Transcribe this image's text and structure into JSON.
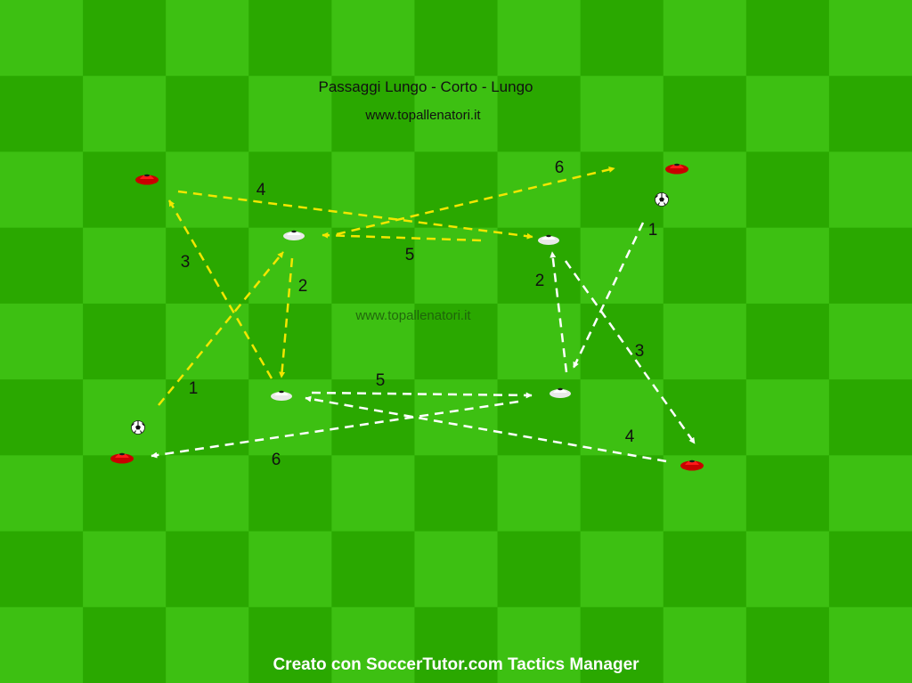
{
  "diagram": {
    "title": "Passaggi Lungo - Corto - Lungo",
    "subtitle": "www.topallenatori.it",
    "watermark": "www.topallenatori.it",
    "footer": "Creato con SoccerTutor.com Tactics Manager"
  },
  "colors": {
    "grass_light": "#3dc012",
    "grass_dark": "#2aa800",
    "pass_yellow": "#f2e600",
    "pass_white": "#ffffff",
    "cone_red": "#e30000",
    "cone_white": "#ffffff"
  },
  "left_exercise": {
    "pass_color": "yellow",
    "pass_numbers": [
      "1",
      "2",
      "3",
      "4",
      "5",
      "6"
    ],
    "cones": [
      "red",
      "red",
      "white",
      "white",
      "white"
    ],
    "balls": 1
  },
  "right_exercise": {
    "pass_color": "white",
    "pass_numbers": [
      "1",
      "2",
      "3",
      "4",
      "5",
      "6"
    ],
    "cones": [
      "red",
      "red",
      "white",
      "white",
      "white"
    ],
    "balls": 1
  }
}
